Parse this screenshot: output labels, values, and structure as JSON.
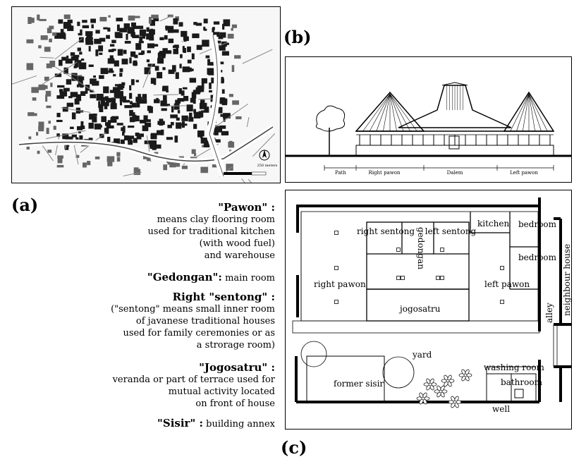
{
  "labels": {
    "a": "(a)",
    "b": "(b)",
    "c": "(c)"
  },
  "glossary": [
    {
      "term": "\"Pawon\" :",
      "lines": [
        "means clay flooring room",
        "used for traditional kitchen",
        "(with wood fuel)",
        "and warehouse"
      ]
    },
    {
      "term": "\"Gedongan\":",
      "inline": "main room"
    },
    {
      "term": "Right \"sentong\" :",
      "lines": [
        "(\"sentong\" means small inner room",
        "of javanese traditional houses",
        "used for family ceremonies or as",
        "a strorage room)"
      ]
    },
    {
      "term": "\"Jogosatru\" :",
      "lines": [
        "veranda or part of terrace used for",
        "mutual activity located",
        "on front of house"
      ]
    },
    {
      "term": "\"Sisir\" :",
      "inline": "building annex"
    }
  ],
  "elevation": {
    "labels": [
      "Path",
      "Right pawon",
      "Dalem",
      "Left pawon"
    ]
  },
  "map": {
    "scale_text": "250 meters"
  },
  "plan": {
    "rooms": {
      "right_pawon": "right pawon",
      "right_sentong": "right sentong",
      "gedongan": "gedongan",
      "left_sentong": "left sentong",
      "kitchen": "kitchen",
      "bedroom1": "bedroom",
      "bedroom2": "bedroom",
      "left_pawon": "left pawon",
      "jogosatru": "jogosatru",
      "alley": "alley",
      "neighbour": "neighbour house",
      "yard": "yard",
      "washing": "washing room",
      "bathroom": "bathroom",
      "well": "well",
      "former_sisir": "former sisir"
    }
  }
}
